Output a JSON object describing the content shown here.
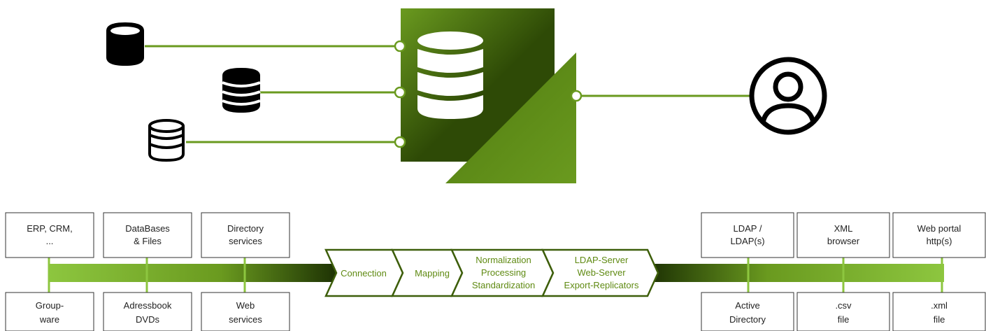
{
  "colors": {
    "accent": "#6a9a1f",
    "accent_dark": "#2e4a06",
    "bar_light": "#8dc63f",
    "text": "#222222",
    "chevron_text": "#5f8a12"
  },
  "top_diagram": {
    "source_icons": [
      "database-solid-icon",
      "database-stack-solid-icon",
      "database-stack-outline-icon"
    ],
    "hub_icon": "database-stack-icon",
    "target_icon": "user-circle-icon"
  },
  "sources_top": [
    {
      "line1": "ERP, CRM,",
      "line2": "..."
    },
    {
      "line1": "DataBases",
      "line2": "& Files"
    },
    {
      "line1": "Directory",
      "line2": "services"
    }
  ],
  "sources_bottom": [
    {
      "line1": "Group-",
      "line2": "ware"
    },
    {
      "line1": "Adressbook",
      "line2": "DVDs"
    },
    {
      "line1": "Web",
      "line2": "services"
    }
  ],
  "targets_top": [
    {
      "line1": "LDAP /",
      "line2": "LDAP(s)"
    },
    {
      "line1": "XML",
      "line2": "browser"
    },
    {
      "line1": "Web portal",
      "line2": "http(s)"
    }
  ],
  "targets_bottom": [
    {
      "line1": "Active",
      "line2": "Directory"
    },
    {
      "line1": ".csv",
      "line2": "file"
    },
    {
      "line1": ".xml",
      "line2": "file"
    }
  ],
  "pipeline": [
    {
      "lines": [
        "Connection"
      ]
    },
    {
      "lines": [
        "Mapping"
      ]
    },
    {
      "lines": [
        "Normalization",
        "Processing",
        "Standardization"
      ]
    },
    {
      "lines": [
        "LDAP-Server",
        "Web-Server",
        "Export-Replicators"
      ]
    }
  ]
}
